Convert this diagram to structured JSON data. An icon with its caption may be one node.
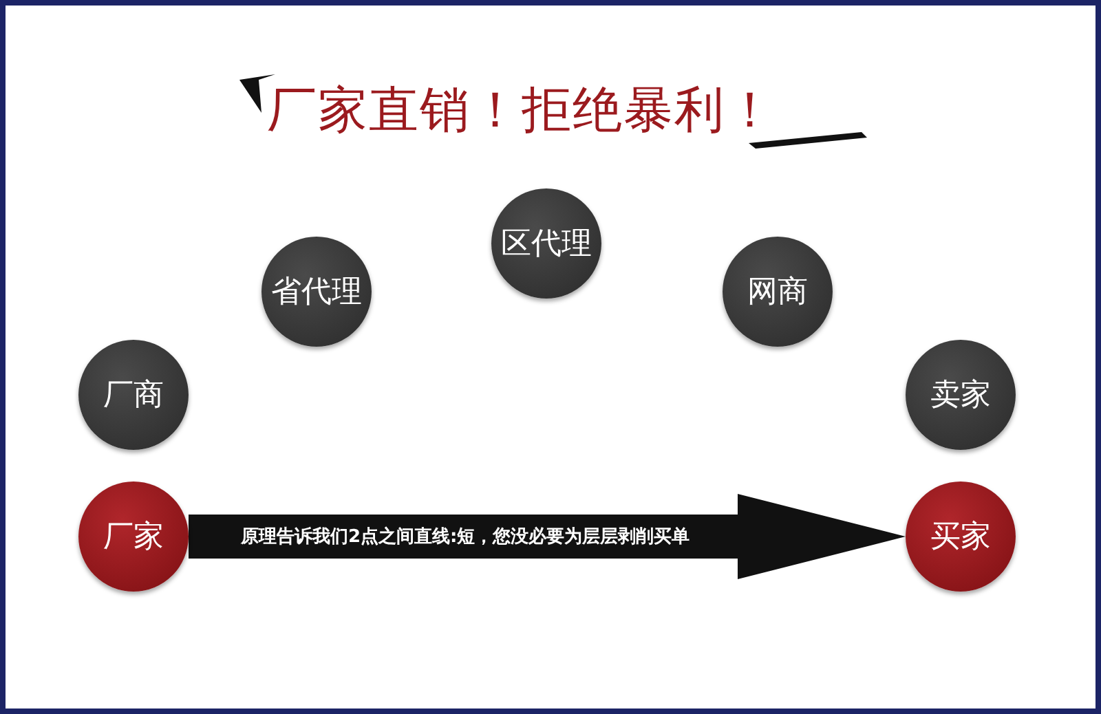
{
  "diagram": {
    "title": "厂家直销！拒绝暴利！",
    "nodes": [
      {
        "text": [
          "厂家"
        ]
      },
      {
        "text": [
          "厂商"
        ]
      },
      {
        "text": [
          "省代理"
        ]
      },
      {
        "text": [
          "区代理"
        ]
      },
      {
        "text": [
          "网商"
        ]
      },
      {
        "text": [
          "卖家"
        ]
      },
      {
        "text": [
          "买家"
        ]
      }
    ],
    "edges": [
      {
        "from": 0,
        "to": 6,
        "arrow": "to",
        "label": "原理告诉我们2点之间直线:短，您没必要为层层剥削买单"
      }
    ]
  }
}
